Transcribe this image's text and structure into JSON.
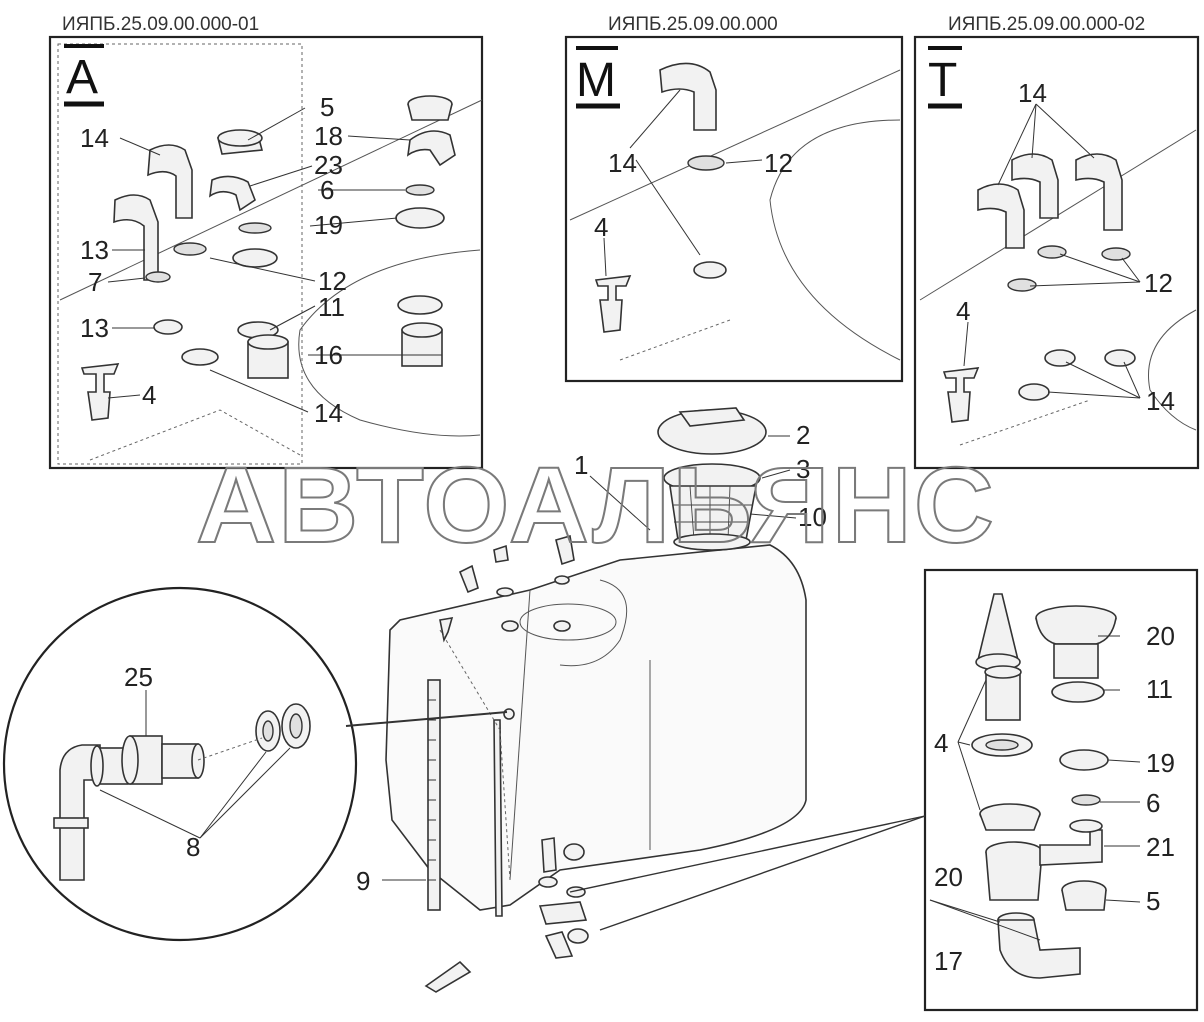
{
  "codes": {
    "a": "ИЯПБ.25.09.00.000-01",
    "m": "ИЯПБ.25.09.00.000",
    "t": "ИЯПБ.25.09.00.000-02"
  },
  "views": {
    "a": "A",
    "m": "M",
    "t": "T"
  },
  "watermark": "АВТОАЛЬЯНС",
  "callouts": {
    "a": [
      "14",
      "5",
      "18",
      "23",
      "6",
      "19",
      "13",
      "7",
      "12",
      "11",
      "13",
      "16",
      "4",
      "14"
    ],
    "m": [
      "14",
      "12",
      "4"
    ],
    "t": [
      "14",
      "12",
      "4",
      "14"
    ],
    "main": [
      "1",
      "2",
      "3",
      "10",
      "9"
    ],
    "circle": [
      "25",
      "8"
    ],
    "right": [
      "20",
      "11",
      "4",
      "19",
      "6",
      "21",
      "20",
      "5",
      "17"
    ]
  }
}
